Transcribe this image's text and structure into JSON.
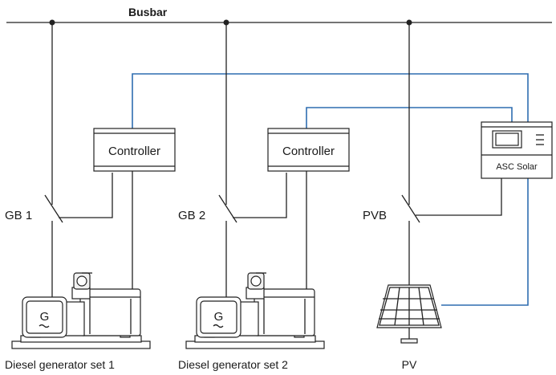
{
  "labels": {
    "busbar": "Busbar",
    "controller_1": "Controller",
    "controller_2": "Controller",
    "asc_solar": "ASC Solar",
    "gb1": "GB 1",
    "gb2": "GB 2",
    "pvb": "PVB",
    "generator_symbol_1": "G",
    "generator_symbol_2": "G",
    "genset_1": "Diesel generator set 1",
    "genset_2": "Diesel generator set 2",
    "pv": "PV"
  },
  "colors": {
    "wire": "#222222",
    "communication_line": "#2f6db0"
  }
}
